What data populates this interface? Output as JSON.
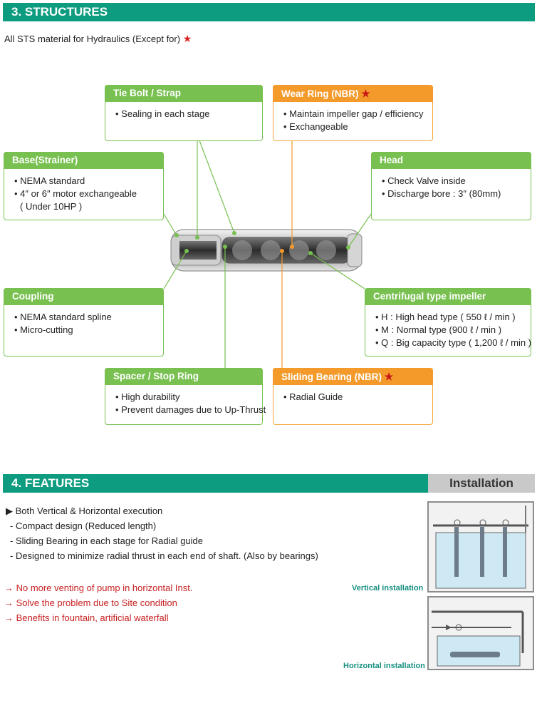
{
  "structures": {
    "title": "3. STRUCTURES",
    "intro": "All STS material for Hydraulics (Except for)",
    "intro_star": "★",
    "boxes": {
      "tie_bolt": {
        "title": "Tie Bolt / Strap",
        "items": [
          "• Sealing in each stage"
        ]
      },
      "wear_ring": {
        "title": "Wear Ring (NBR)",
        "star": "★",
        "items": [
          "• Maintain impeller gap / efficiency",
          "• Exchangeable"
        ]
      },
      "base": {
        "title": "Base(Strainer)",
        "items": [
          "• NEMA standard",
          "• 4″ or 6″ motor exchangeable",
          "( Under 10HP )"
        ]
      },
      "head": {
        "title": "Head",
        "items": [
          "• Check Valve inside",
          "• Discharge bore : 3″ (80mm)"
        ]
      },
      "coupling": {
        "title": "Coupling",
        "items": [
          "• NEMA standard spline",
          "• Micro-cutting"
        ]
      },
      "impeller": {
        "title": "Centrifugal type impeller",
        "items": [
          "• H : High head type ( 550 ℓ / min )",
          "• M : Normal type (900 ℓ / min )",
          "• Q : Big capacity type ( 1,200 ℓ / min )"
        ]
      },
      "spacer": {
        "title": "Spacer / Stop Ring",
        "items": [
          "• High durability",
          "• Prevent damages due to Up-Thrust"
        ]
      },
      "sliding": {
        "title": "Sliding Bearing (NBR)",
        "star": "★",
        "items": [
          "• Radial Guide"
        ]
      }
    }
  },
  "features": {
    "title": "4. FEATURES",
    "main": "▶  Both Vertical & Horizontal execution",
    "subs": [
      "- Compact design (Reduced length)",
      "- Sliding Bearing in each stage for Radial guide",
      "- Designed to minimize radial thrust in each end of shaft. (Also by bearings)"
    ],
    "benefits": [
      "→ No more venting of pump in horizontal Inst.",
      "→ Solve the problem due to Site condition",
      "→ Benefits in fountain, artificial waterfall"
    ]
  },
  "installation": {
    "title": "Installation",
    "vertical_caption": "Vertical installation",
    "horizontal_caption": "Horizontal installation"
  },
  "colors": {
    "green_bar": "#0e9c80",
    "box_green": "#78c050",
    "box_orange": "#f39a2a",
    "star": "#d62020",
    "benefit_red": "#c71f1f"
  }
}
